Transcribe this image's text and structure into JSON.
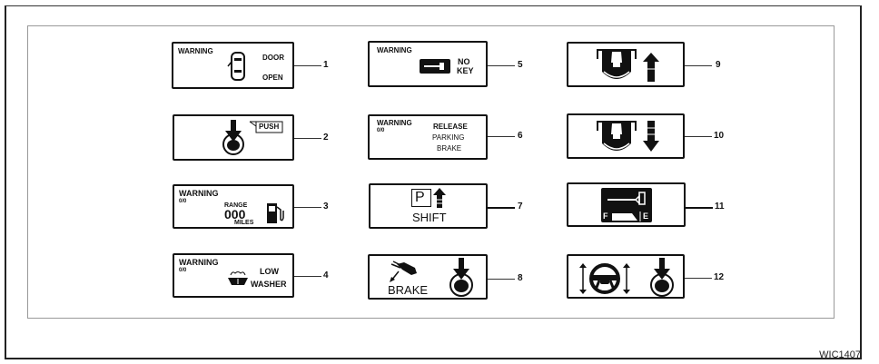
{
  "figure_id": "WIC1407",
  "panels": [
    {
      "number": "1",
      "icon": "door-open-icon",
      "texts": {
        "warning": "WARNING",
        "line1": "DOOR",
        "line2": "OPEN"
      }
    },
    {
      "number": "2",
      "icon": "brake-pedal-push-icon",
      "texts": {
        "push": "PUSH"
      }
    },
    {
      "number": "3",
      "icon": "fuel-pump-icon",
      "texts": {
        "warning": "WARNING",
        "sub": "0/0",
        "range": "RANGE",
        "value": "000",
        "unit": "MILES"
      }
    },
    {
      "number": "4",
      "icon": "washer-icon",
      "texts": {
        "warning": "WARNING",
        "sub": "0/0",
        "line1": "LOW",
        "line2": "WASHER"
      }
    },
    {
      "number": "5",
      "icon": "key-icon",
      "texts": {
        "warning": "WARNING",
        "line1": "NO",
        "line2": "KEY"
      }
    },
    {
      "number": "6",
      "icon": "",
      "texts": {
        "warning": "WARNING",
        "sub": "0/0",
        "line1": "RELEASE",
        "line2": "PARKING",
        "line3": "BRAKE"
      }
    },
    {
      "number": "7",
      "icon": "park-shift-icon",
      "texts": {
        "p": "P",
        "shift": "SHIFT"
      }
    },
    {
      "number": "8",
      "icon": "brake-hand-icon",
      "texts": {
        "brake": "BRAKE"
      }
    },
    {
      "number": "9",
      "icon": "seat-up-icon",
      "texts": {}
    },
    {
      "number": "10",
      "icon": "seat-down-icon",
      "texts": {}
    },
    {
      "number": "11",
      "icon": "fuel-gauge-icon",
      "texts": {
        "f": "F",
        "e": "E"
      }
    },
    {
      "number": "12",
      "icon": "steering-brake-icon",
      "texts": {}
    }
  ]
}
